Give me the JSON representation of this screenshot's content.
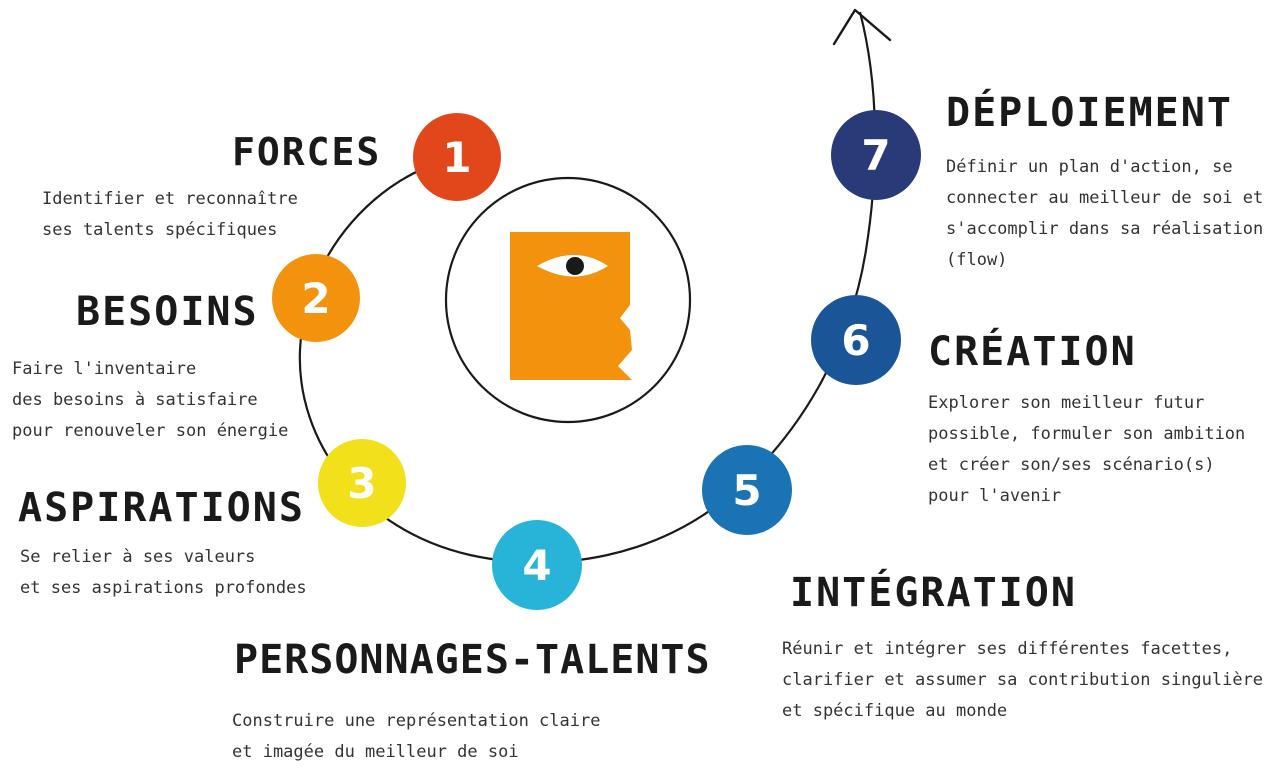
{
  "colors": {
    "step1": "#e2471c",
    "step2": "#f2920d",
    "step3": "#f2e01a",
    "step4": "#27b4d8",
    "step5": "#1a73b5",
    "step6": "#1a5598",
    "step7": "#283a78",
    "face": "#f2920d"
  },
  "icons": {
    "center": "face-with-eye-icon",
    "arrow": "arrow-up-icon"
  },
  "steps": [
    {
      "number": "1",
      "title": "FORCES",
      "description": [
        "Identifier et reconnaître",
        "ses talents spécifiques"
      ]
    },
    {
      "number": "2",
      "title": "BESOINS",
      "description": [
        "Faire l'inventaire",
        "des besoins à satisfaire",
        "pour renouveler son énergie"
      ]
    },
    {
      "number": "3",
      "title": "ASPIRATIONS",
      "description": [
        "Se relier à ses valeurs",
        "et ses aspirations profondes"
      ]
    },
    {
      "number": "4",
      "title": "PERSONNAGES-TALENTS",
      "description": [
        "Construire une représentation claire",
        "et imagée du meilleur de soi"
      ]
    },
    {
      "number": "5",
      "title": "INTÉGRATION",
      "description": [
        "Réunir et intégrer ses différentes facettes,",
        "clarifier et assumer sa contribution singulière",
        "et spécifique au monde"
      ]
    },
    {
      "number": "6",
      "title": "CRÉATION",
      "description": [
        "Explorer son meilleur futur",
        "possible, formuler son ambition",
        "et créer son/ses scénario(s)",
        "pour l'avenir"
      ]
    },
    {
      "number": "7",
      "title": "DÉPLOIEMENT",
      "description": [
        "Définir un plan d'action, se",
        "connecter au meilleur de soi et",
        "s'accomplir dans sa réalisation",
        "(flow)"
      ]
    }
  ]
}
